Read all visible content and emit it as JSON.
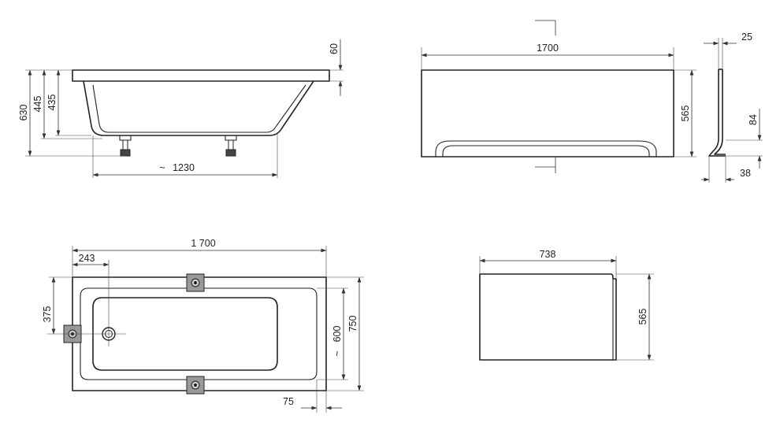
{
  "dimensions": {
    "side_rim_height": "60",
    "side_total_height": "630",
    "side_height_445": "445",
    "side_depth_435": "435",
    "side_approx_prefix": "~",
    "side_length": "1230",
    "panel_length": "1700",
    "panel_height": "565",
    "panel_profile_thickness": "25",
    "panel_profile_84": "84",
    "panel_profile_38": "38",
    "top_length": "1 700",
    "top_drain_offset": "243",
    "top_drain_y": "375",
    "top_inner_width_prefix": "~",
    "top_inner_width": "600",
    "top_width": "750",
    "top_rim_75": "75",
    "end_panel_length": "738",
    "end_panel_height": "565"
  }
}
